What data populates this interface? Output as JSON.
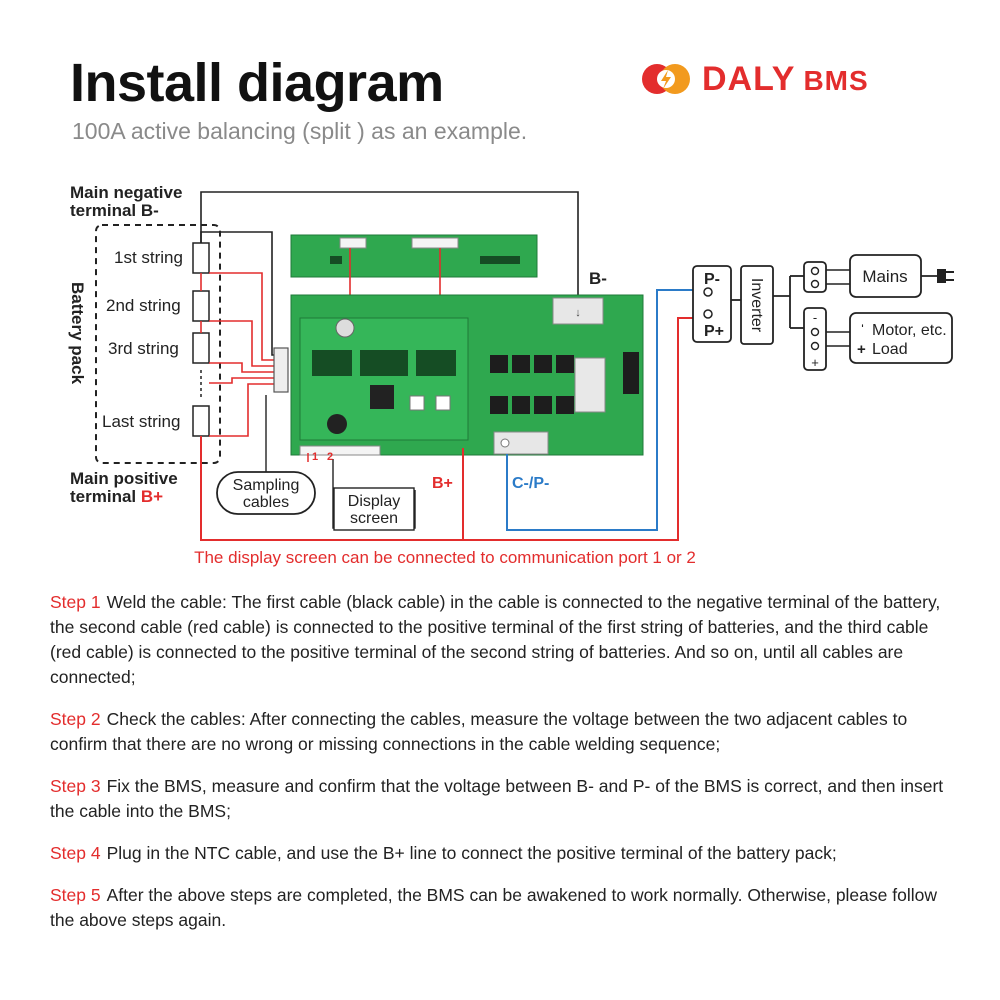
{
  "header": {
    "title": "Install diagram",
    "subtitle": "100A active balancing (split ) as an example.",
    "brand": "DALY",
    "brand_suffix": "BMS"
  },
  "colors": {
    "accent": "#e32d2d",
    "blue_wire": "#2b7bc8",
    "pcb_green": "#2fa84f",
    "black_wire": "#222222"
  },
  "diagram": {
    "main_negative": "Main negative",
    "terminal_b_minus": "terminal B-",
    "battery_pack": "Battery pack",
    "strings": [
      "1st string",
      "2nd string",
      "3rd string",
      "Last string"
    ],
    "main_positive": "Main positive",
    "terminal_b_plus_prefix": "terminal",
    "terminal_b_plus_suffix": "B+",
    "sampling_cables": [
      "Sampling",
      "cables"
    ],
    "display_screen": [
      "Display",
      "screen"
    ],
    "b_plus": "B+",
    "c_minus_p_minus": "C-/P-",
    "b_minus": "B-",
    "p_minus": "P-",
    "p_plus": "P+",
    "inverter": "Inverter",
    "mains": "Mains",
    "motor": "Motor, etc.",
    "load": "Load",
    "port_1": "1",
    "port_2": "2"
  },
  "note": "The display screen can be connected to communication port 1 or 2",
  "steps": [
    {
      "label": "Step 1",
      "text": "Weld the cable: The first cable (black cable) in the cable is connected to the negative terminal of the battery, the second cable (red cable) is connected to the positive terminal of the first string of batteries, and the third cable (red cable) is connected to the positive terminal of the second string of batteries. And so on, until all cables are connected;"
    },
    {
      "label": "Step 2",
      "text": "Check the cables: After connecting the cables, measure the voltage between the two adjacent cables to confirm that there are no wrong or missing connections in the cable welding sequence;"
    },
    {
      "label": "Step 3",
      "text": "Fix the BMS, measure and confirm that the voltage between B- and P- of the BMS is correct, and then insert the cable into the BMS;"
    },
    {
      "label": "Step 4",
      "text": "Plug in the NTC cable, and  use the B+  line to connect the positive terminal of the battery pack;"
    },
    {
      "label": "Step 5",
      "text": "After the above steps are completed, the BMS can be awakened to work normally. Otherwise, please follow the above steps again."
    }
  ]
}
